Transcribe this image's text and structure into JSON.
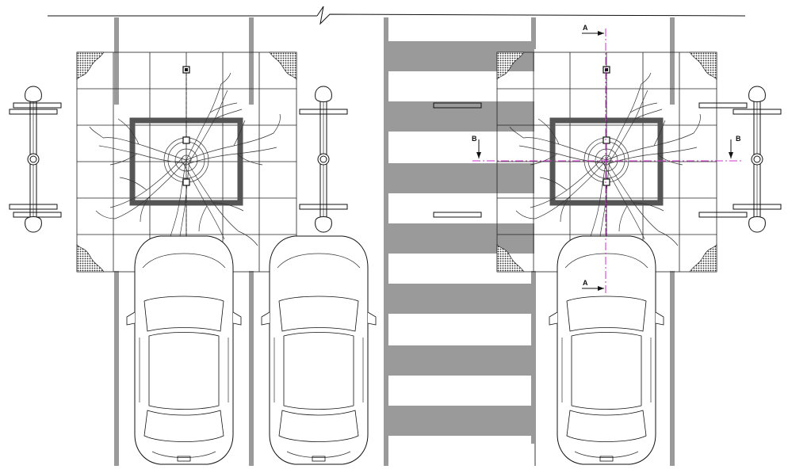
{
  "section_labels": {
    "a_top": "A",
    "a_bottom": "A",
    "b_left": "B",
    "b_right": "B"
  },
  "colors": {
    "line": "#111111",
    "lane_marking": "#9a9a9a",
    "planter_frame": "#555555",
    "section_line": "#cc33cc",
    "hatch": "#2a2a2a"
  }
}
